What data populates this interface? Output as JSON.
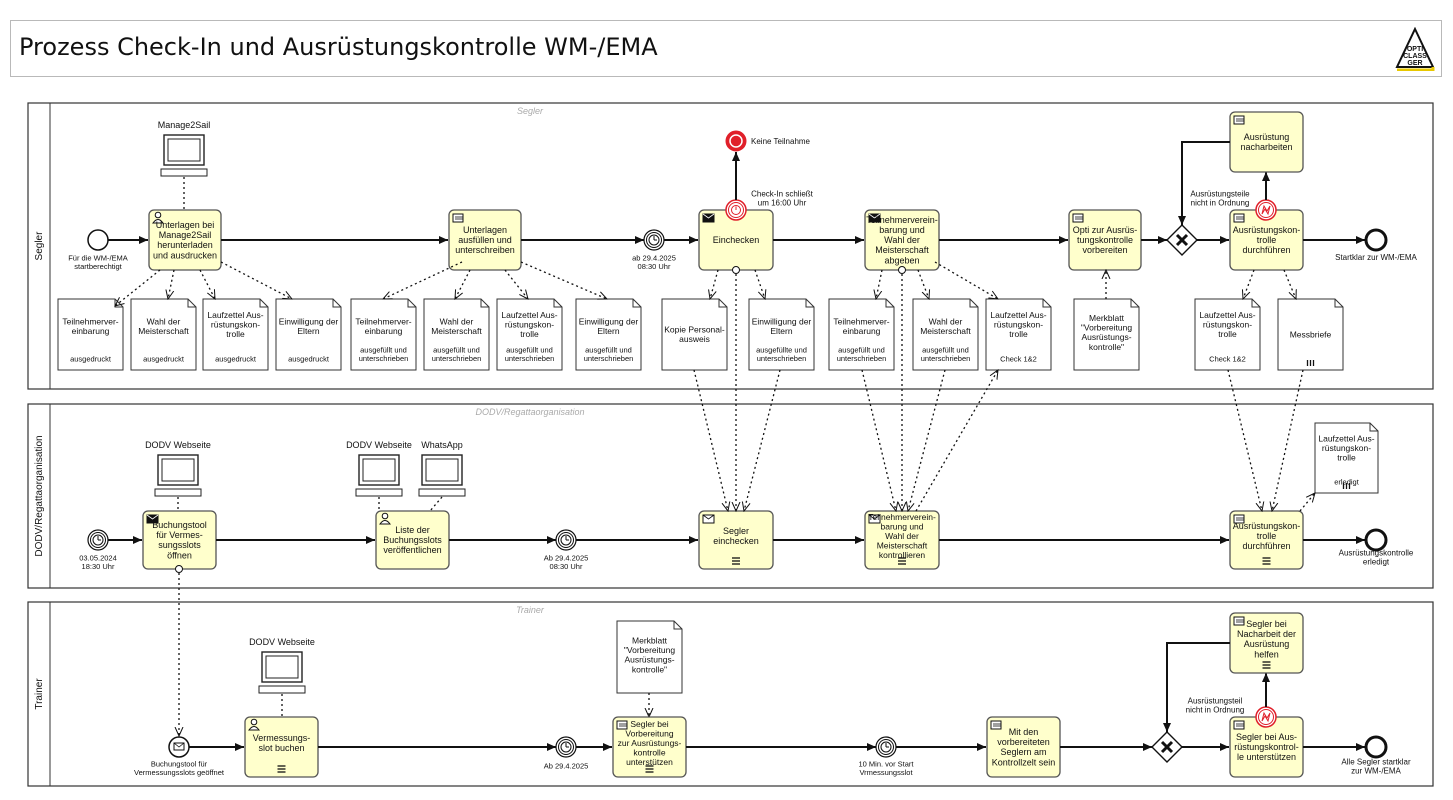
{
  "title": "Prozess Check-In und Ausrüstungskontrolle WM-/EMA",
  "logo": {
    "lines": [
      "OPTI",
      "CLASS",
      "GER"
    ]
  },
  "colors": {
    "task_fill": "#ffffcc",
    "task_stroke": "#555555",
    "error_red": "#e0202a",
    "line": "#111111"
  },
  "lanes": {
    "segler": {
      "label": "Segler",
      "watermark": "Segler"
    },
    "dodv": {
      "label": "DODV/Regattaorganisation",
      "watermark": "DODV/Regattaorganisation"
    },
    "trainer": {
      "label": "Trainer",
      "watermark": "Trainer"
    }
  },
  "systems": {
    "manage2sail": "Manage2Sail",
    "dodv1": "DODV Webseite",
    "dodv2": "DODV Webseite",
    "whatsapp": "WhatsApp",
    "dodv3": "DODV Webseite"
  },
  "segler": {
    "start": [
      "Für die WM-/EMA",
      "startberechtigt"
    ],
    "t1": [
      "Unterlagen bei",
      "Manage2Sail",
      "herunterladen",
      "und ausdrucken"
    ],
    "t2": [
      "Unterlagen",
      "ausfüllen und",
      "unterschreiben"
    ],
    "timer1": [
      "ab 29.4.2025",
      "08:30 Uhr"
    ],
    "t3": [
      "Einchecken"
    ],
    "end_none": "Keine Teilnahme",
    "boundary1": [
      "Check-In schließt",
      "um 16:00 Uhr"
    ],
    "t4": [
      "Teilnehmerverein-",
      "barung und",
      "Wahl der",
      "Meisterschaft",
      "abgeben"
    ],
    "t5": [
      "Opti zur Ausrüs-",
      "tungskontrolle",
      "vorbereiten"
    ],
    "t6": [
      "Ausrüstungskon-",
      "trolle",
      "durchführen"
    ],
    "t7": [
      "Ausrüstung",
      "nacharbeiten"
    ],
    "error1": [
      "Ausrüstungsteile",
      "nicht in Ordnung"
    ],
    "end": "Startklar zur WM-/EMA",
    "docs": [
      {
        "title": [
          "Teilnehmerver-",
          "einbarung"
        ],
        "state": [
          "ausgedruckt"
        ]
      },
      {
        "title": [
          "Wahl der",
          "Meisterschaft"
        ],
        "state": [
          "ausgedruckt"
        ]
      },
      {
        "title": [
          "Laufzettel Aus-",
          "rüstungskon-",
          "trolle"
        ],
        "state": [
          "ausgedruckt"
        ]
      },
      {
        "title": [
          "Einwilligung der",
          "Eltern"
        ],
        "state": [
          "ausgedruckt"
        ]
      },
      {
        "title": [
          "Teilnehmerver-",
          "einbarung"
        ],
        "state": [
          "ausgefüllt und",
          "unterschrieben"
        ]
      },
      {
        "title": [
          "Wahl der",
          "Meisterschaft"
        ],
        "state": [
          "ausgefüllt und",
          "unterschrieben"
        ]
      },
      {
        "title": [
          "Laufzettel Aus-",
          "rüstungskon-",
          "trolle"
        ],
        "state": [
          "ausgefüllt und",
          "unterschrieben"
        ]
      },
      {
        "title": [
          "Einwilligung der",
          "Eltern"
        ],
        "state": [
          "ausgefüllt und",
          "unterschrieben"
        ]
      },
      {
        "title": [
          "Kopie Personal-",
          "ausweis"
        ],
        "state": []
      },
      {
        "title": [
          "Einwilligung der",
          "Eltern"
        ],
        "state": [
          "ausgefüllte und",
          "unterschrieben"
        ]
      },
      {
        "title": [
          "Teilnehmerver-",
          "einbarung"
        ],
        "state": [
          "ausgefüllt und",
          "unterschrieben"
        ]
      },
      {
        "title": [
          "Wahl der",
          "Meisterschaft"
        ],
        "state": [
          "ausgefüllt und",
          "unterschrieben"
        ]
      },
      {
        "title": [
          "Laufzettel Aus-",
          "rüstungskon-",
          "trolle"
        ],
        "state": [
          "Check 1&2"
        ]
      },
      {
        "title": [
          "Merkblatt",
          "\"Vorbereitung",
          "Ausrüstungs-",
          "kontrolle\""
        ],
        "state": []
      },
      {
        "title": [
          "Laufzettel Aus-",
          "rüstungskon-",
          "trolle"
        ],
        "state": [
          "Check 1&2"
        ]
      },
      {
        "title": [
          "Messbriefe"
        ],
        "state": []
      }
    ]
  },
  "dodv": {
    "timer_start": [
      "03.05.2024",
      "18:30 Uhr"
    ],
    "t1": [
      "Buchungstool",
      "für Vermes-",
      "sungsslots",
      "öffnen"
    ],
    "t2": [
      "Liste der",
      "Buchungsslots",
      "veröffentlichen"
    ],
    "timer2": [
      "Ab 29.4.2025",
      "08:30 Uhr"
    ],
    "t3": [
      "Segler",
      "einchecken"
    ],
    "t4": [
      "Teilnehmerverein-",
      "barung und",
      "Wahl der",
      "Meisterschaft",
      "kontrollieren"
    ],
    "t5": [
      "Ausrüstungskon-",
      "trolle",
      "durchführen"
    ],
    "doc": {
      "title": [
        "Laufzettel Aus-",
        "rüstungskon-",
        "trolle"
      ],
      "state": [
        "erledigt"
      ]
    },
    "end": [
      "Ausrüstungskontrolle",
      "erledigt"
    ]
  },
  "trainer": {
    "start": [
      "Buchungstool für",
      "Vermessungsslots geöffnet"
    ],
    "t1": [
      "Vermessungs-",
      "slot buchen"
    ],
    "timer1": [
      "Ab 29.4.2025"
    ],
    "doc": {
      "title": [
        "Merkblatt",
        "\"Vorbereitung",
        "Ausrüstungs-",
        "kontrolle\""
      ]
    },
    "t2": [
      "Segler bei",
      "Vorbereitung",
      "zur Ausrüstungs-",
      "kontrolle",
      "unterstützen"
    ],
    "timer2": [
      "10 Min. vor Start",
      "Vrmessungsslot"
    ],
    "t3": [
      "Mit den",
      "vorbereiteten",
      "Seglern am",
      "Kontrollzelt sein"
    ],
    "t4": [
      "Segler bei",
      "Nacharbeit der",
      "Ausrüstung",
      "helfen"
    ],
    "error1": [
      "Ausrüstungsteil",
      "nicht in Ordnung"
    ],
    "t5": [
      "Segler bei Aus-",
      "rüstungskontrol-",
      "le unterstützen"
    ],
    "end": [
      "Alle Segler startklar",
      "zur WM-/EMA"
    ]
  }
}
